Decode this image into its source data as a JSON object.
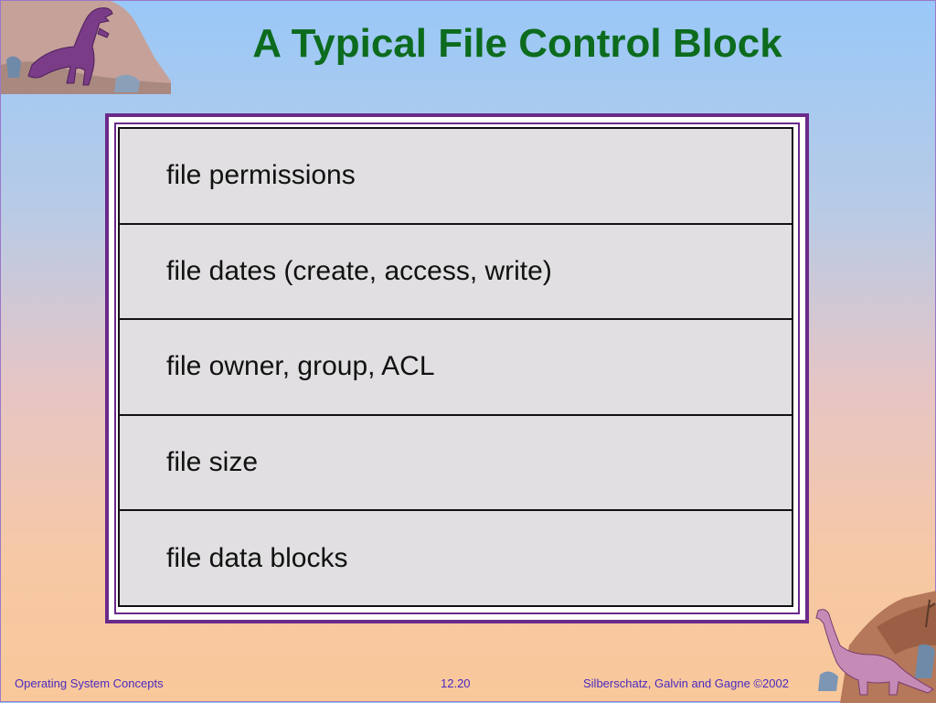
{
  "slide": {
    "title": "A Typical File Control Block"
  },
  "fcb": {
    "rows": [
      "file permissions",
      "file dates (create, access, write)",
      "file owner, group, ACL",
      "file size",
      "file data blocks"
    ]
  },
  "footer": {
    "left": "Operating System Concepts",
    "center": "12.20",
    "right": "Silberschatz, Galvin and  Gagne ©2002"
  },
  "colors": {
    "title": "#0d6b1e",
    "frame": "#6a2a8a",
    "footer_text": "#4a2ac0",
    "table_fill": "#e1dfe1"
  },
  "icons": [
    "tyrannosaurus-clipart",
    "brontosaurus-clipart"
  ]
}
